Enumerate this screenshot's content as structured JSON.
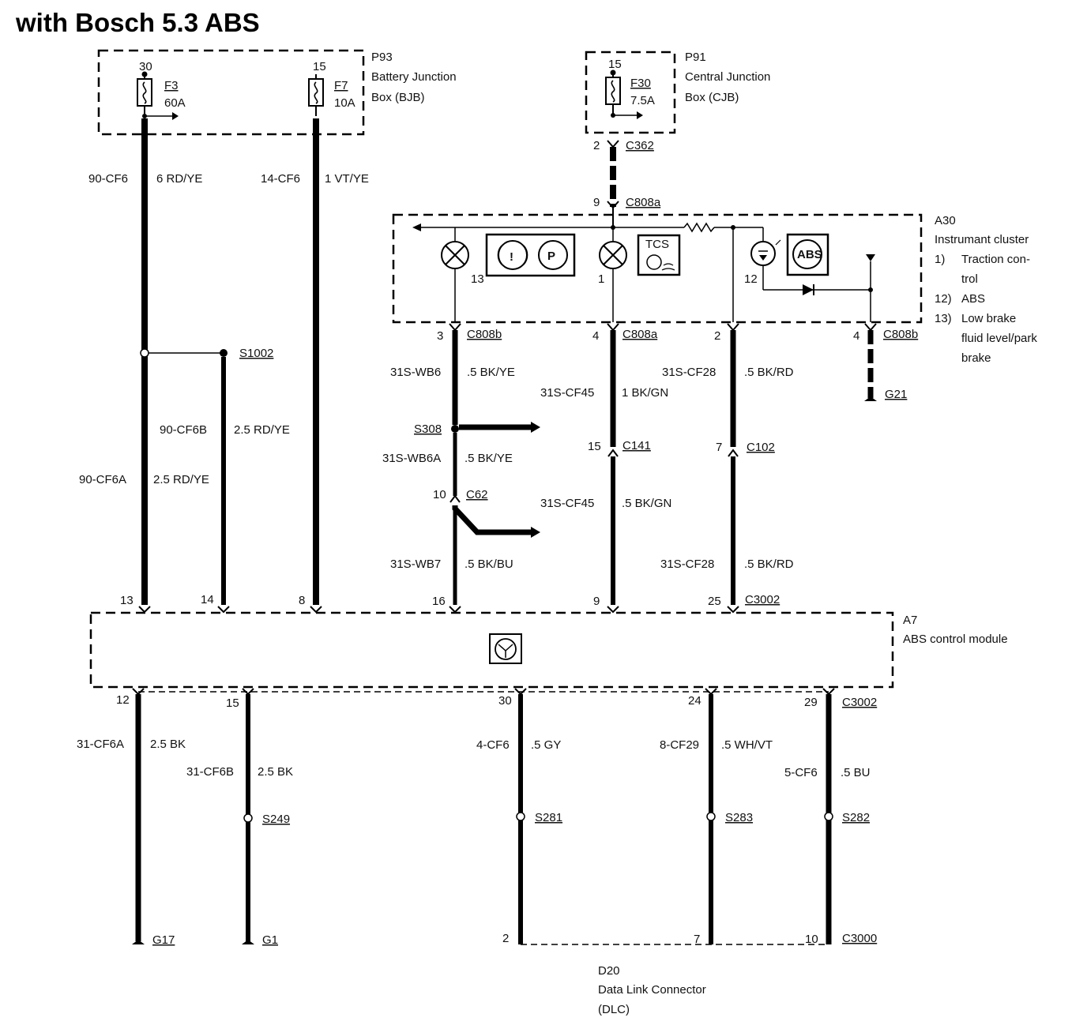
{
  "title": "with Bosch 5.3 ABS",
  "modules": {
    "bjb": {
      "id": "P93",
      "l1": "Battery Junction",
      "l2": "Box (BJB)"
    },
    "cjb": {
      "id": "P91",
      "l1": "Central Junction",
      "l2": "Box (CJB)"
    },
    "cluster": {
      "id": "A30",
      "name": "Instrumant cluster",
      "legend": [
        "1)",
        "Traction con-",
        "trol",
        "12)",
        "ABS",
        "13)",
        "Low brake",
        "fluid level/park",
        "brake"
      ]
    },
    "abs": {
      "id": "A7",
      "name": "ABS control module"
    },
    "dlc": {
      "id": "D20",
      "l1": "Data Link Connector",
      "l2": "(DLC)"
    }
  },
  "fuses": [
    {
      "pin": "30",
      "name": "F3",
      "rating": "60A"
    },
    {
      "pin": "15",
      "name": "F7",
      "rating": "10A"
    },
    {
      "pin": "15",
      "name": "F30",
      "rating": "7.5A"
    }
  ],
  "wires": {
    "w1": {
      "circuit": "90-CF6",
      "spec": "6 RD/YE"
    },
    "w2": {
      "circuit": "14-CF6",
      "spec": "1 VT/YE"
    },
    "w3": {
      "circuit": "90-CF6B",
      "spec": "2.5 RD/YE"
    },
    "w4": {
      "circuit": "90-CF6A",
      "spec": "2.5 RD/YE"
    },
    "w5": {
      "circuit": "31S-WB6",
      "spec": ".5 BK/YE"
    },
    "w6": {
      "circuit": "31S-WB6A",
      "spec": ".5 BK/YE"
    },
    "w7": {
      "circuit": "31S-WB7",
      "spec": ".5 BK/BU"
    },
    "w8": {
      "circuit": "31S-CF45",
      "spec": "1 BK/GN"
    },
    "w9": {
      "circuit": "31S-CF45",
      "spec": ".5 BK/GN"
    },
    "w10": {
      "circuit": "31S-CF28",
      "spec": ".5 BK/RD"
    },
    "w11": {
      "circuit": "31S-CF28",
      "spec": ".5 BK/RD"
    },
    "w12": {
      "circuit": "31-CF6A",
      "spec": "2.5 BK"
    },
    "w13": {
      "circuit": "31-CF6B",
      "spec": "2.5 BK"
    },
    "w14": {
      "circuit": "4-CF6",
      "spec": ".5 GY"
    },
    "w15": {
      "circuit": "8-CF29",
      "spec": ".5 WH/VT"
    },
    "w16": {
      "circuit": "5-CF6",
      "spec": ".5 BU"
    }
  },
  "connectors": {
    "c362": {
      "name": "C362",
      "pin": "2"
    },
    "c808a_top": {
      "name": "C808a",
      "pin": "9"
    },
    "c808b_1": {
      "name": "C808b",
      "pin": "3"
    },
    "c808a_2": {
      "name": "C808a",
      "pin": "4"
    },
    "c808b_2": {
      "name": "C808b",
      "pin": "4"
    },
    "c141": {
      "name": "C141",
      "pin": "15"
    },
    "c102": {
      "name": "C102",
      "pin": "7"
    },
    "c62": {
      "name": "C62",
      "pin": "10"
    },
    "c3002_top": {
      "name": "C3002"
    },
    "c3002_bot": {
      "name": "C3002"
    },
    "c3000": {
      "name": "C3000"
    }
  },
  "cluster_pin_2": "2",
  "abs_pins_top": [
    "13",
    "14",
    "8",
    "16",
    "9",
    "25"
  ],
  "abs_pins_bottom": [
    "12",
    "15",
    "30",
    "24",
    "29"
  ],
  "dlc_pins": [
    "2",
    "7",
    "10"
  ],
  "lamp_numbers": [
    "13",
    "1",
    "12"
  ],
  "splices": {
    "s1002": "S1002",
    "s308": "S308",
    "s249": "S249",
    "s281": "S281",
    "s283": "S283",
    "s282": "S282"
  },
  "grounds": {
    "g21": "G21",
    "g17": "G17",
    "g1": "G1"
  },
  "icons": {
    "tcs": "TCS",
    "park": "P",
    "brake": "!",
    "abs": "ABS"
  }
}
